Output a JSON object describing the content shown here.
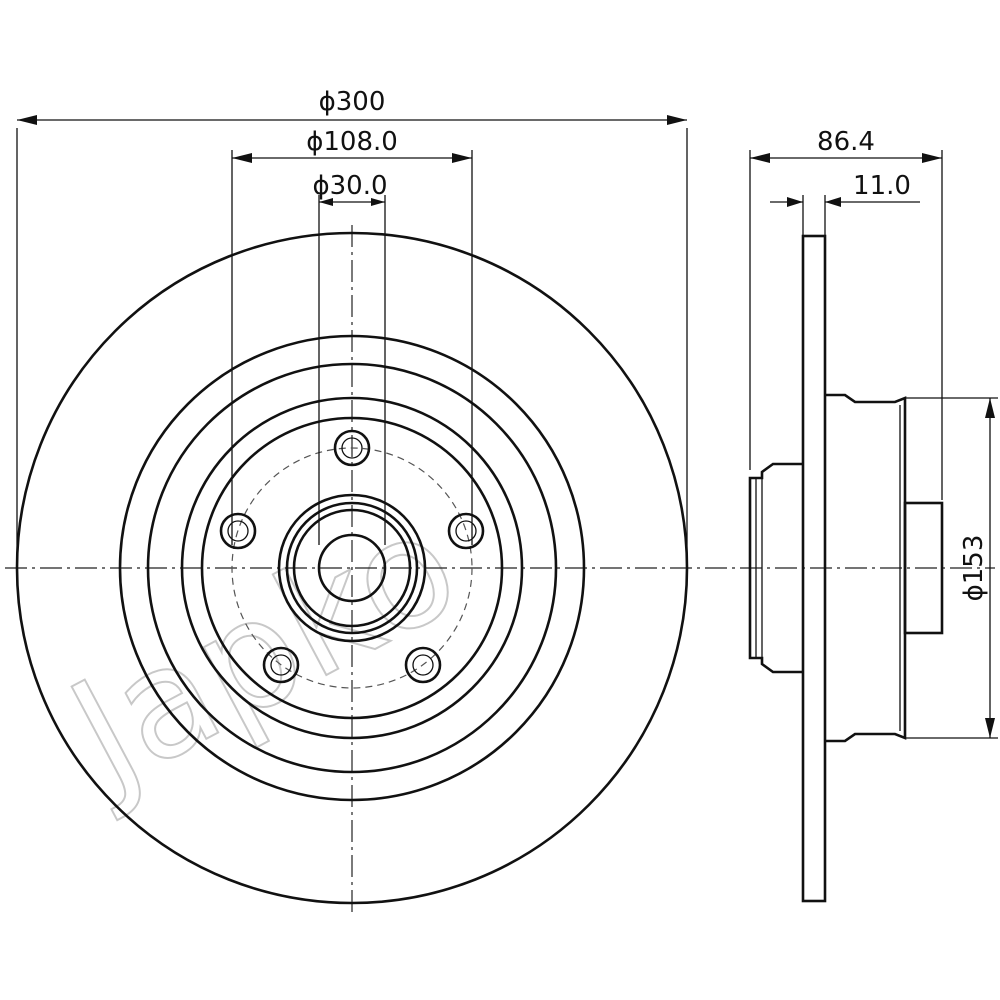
{
  "watermark": "Japko",
  "dimensions": {
    "outer_diameter": "ϕ300",
    "bolt_circle_diameter": "ϕ108.0",
    "center_bore_diameter": "ϕ30.0",
    "total_height": "86.4",
    "disc_thickness": "11.0",
    "hub_diameter": "ϕ153"
  },
  "colors": {
    "line": "#111111",
    "watermark": "#c8c8c8"
  }
}
